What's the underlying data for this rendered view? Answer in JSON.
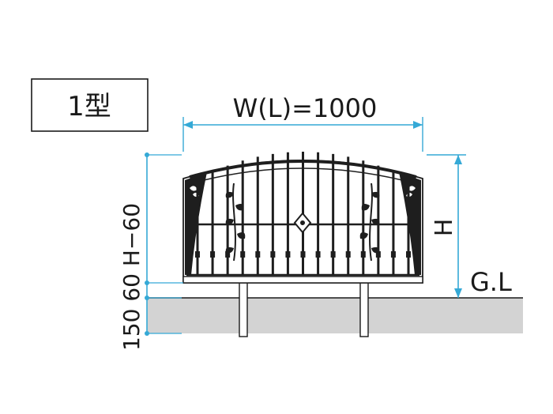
{
  "diagram": {
    "type_label": "1型",
    "width_label": "W(L)=1000",
    "height_label": "H",
    "ground_label": "G.L",
    "left_dim_label": "150 60 H−60"
  },
  "colors": {
    "dimension_line": "#35a9d6",
    "ground": "#d3d3d3",
    "fence_dark": "#1e1e1e"
  }
}
